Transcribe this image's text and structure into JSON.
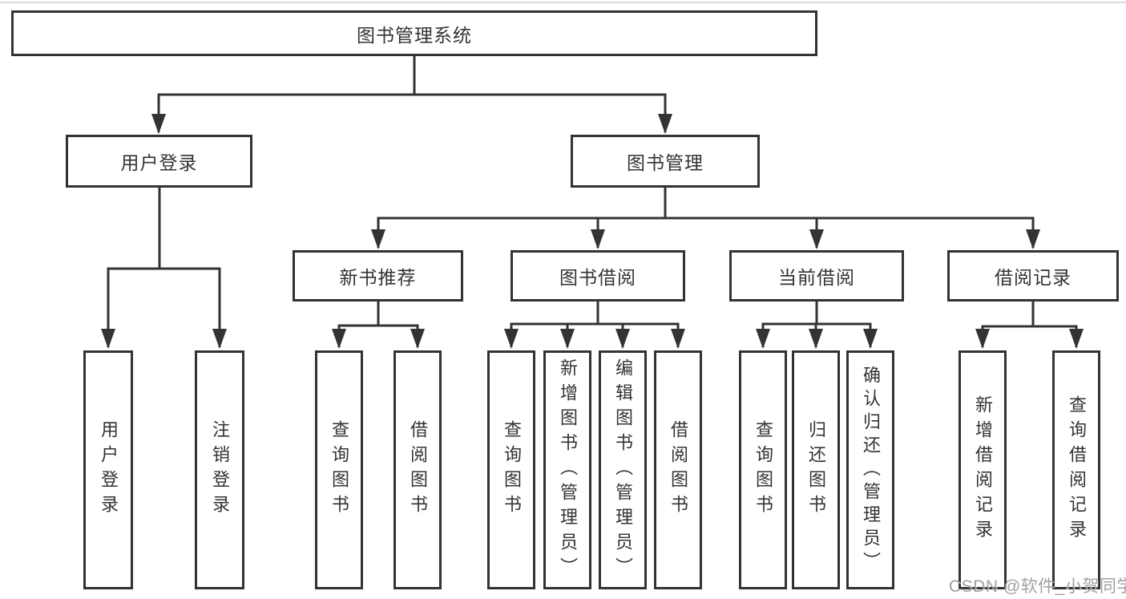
{
  "nodes": {
    "root": "图书管理系统",
    "user_login": "用户登录",
    "book_mgmt": "图书管理",
    "login": "用户登录",
    "logout": "注销登录",
    "new_book_rec": "新书推荐",
    "book_borrow": "图书借阅",
    "current_borrow": "当前借阅",
    "borrow_records": "借阅记录",
    "nb_query": "查询图书",
    "nb_borrow": "借阅图书",
    "bb_query": "查询图书",
    "bb_add": "新增图书（管理员）",
    "bb_edit": "编辑图书（管理员）",
    "bb_borrow": "借阅图书",
    "cb_query": "查询图书",
    "cb_return": "归还图书",
    "cb_confirm": "确认归还（管理员）",
    "br_add": "新增借阅记录",
    "br_query": "查询借阅记录"
  },
  "watermark": "CSDN @软件_小贺同学",
  "colors": {
    "line": "#333333",
    "box_border": "#333333",
    "text": "#333333",
    "background": "#ffffff",
    "watermark": "#969292"
  }
}
